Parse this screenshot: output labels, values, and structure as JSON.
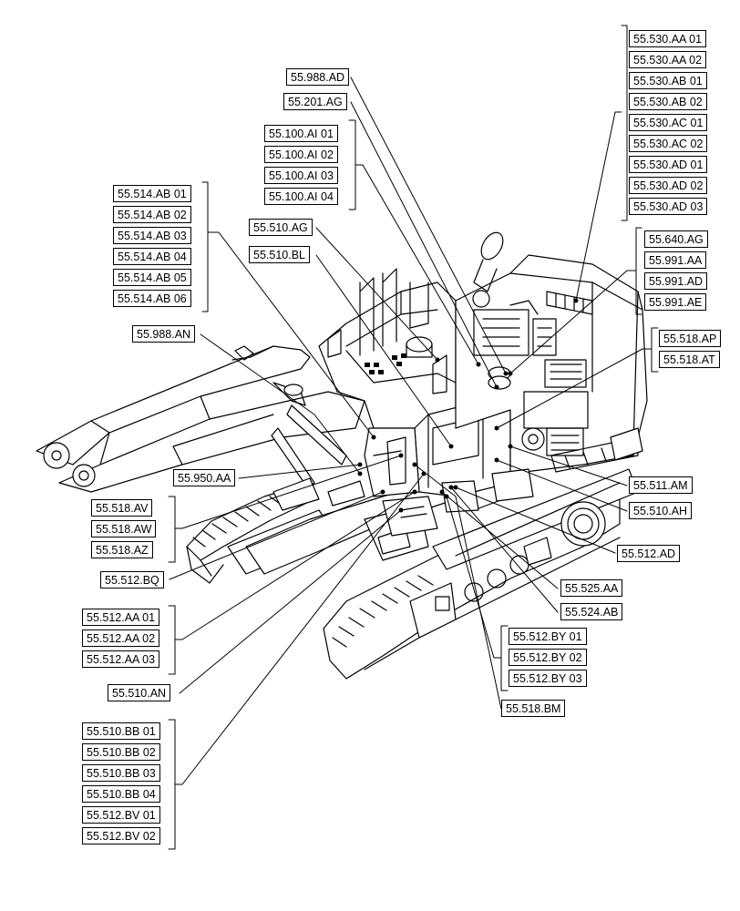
{
  "diagram": {
    "labels": {
      "g530": [
        "55.530.AA 01",
        "55.530.AA 02",
        "55.530.AB 01",
        "55.530.AB 02",
        "55.530.AC 01",
        "55.530.AC 02",
        "55.530.AD 01",
        "55.530.AD 02",
        "55.530.AD 03"
      ],
      "l988ad": "55.988.AD",
      "l201ag": "55.201.AG",
      "g100": [
        "55.100.AI 01",
        "55.100.AI 02",
        "55.100.AI 03",
        "55.100.AI 04"
      ],
      "g514": [
        "55.514.AB 01",
        "55.514.AB 02",
        "55.514.AB 03",
        "55.514.AB 04",
        "55.514.AB 05",
        "55.514.AB 06"
      ],
      "l510ag": "55.510.AG",
      "l510bl": "55.510.BL",
      "g640": [
        "55.640.AG",
        "55.991.AA",
        "55.991.AD",
        "55.991.AE"
      ],
      "g518ap": [
        "55.518.AP",
        "55.518.AT"
      ],
      "l988an": "55.988.AN",
      "l950aa": "55.950.AA",
      "g518av": [
        "55.518.AV",
        "55.518.AW",
        "55.518.AZ"
      ],
      "l511am": "55.511.AM",
      "l510ah": "55.510.AH",
      "l512ad": "55.512.AD",
      "l512bq": "55.512.BQ",
      "l525aa": "55.525.AA",
      "l524ab": "55.524.AB",
      "g512aa": [
        "55.512.AA 01",
        "55.512.AA 02",
        "55.512.AA 03"
      ],
      "g512by": [
        "55.512.BY 01",
        "55.512.BY 02",
        "55.512.BY 03"
      ],
      "l510an": "55.510.AN",
      "l518bm": "55.518.BM",
      "g510bb": [
        "55.510.BB 01",
        "55.510.BB 02",
        "55.510.BB 03",
        "55.510.BB 04",
        "55.512.BV 01",
        "55.512.BV 02"
      ]
    }
  }
}
